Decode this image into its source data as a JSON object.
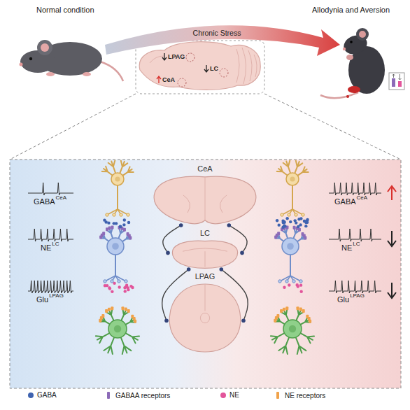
{
  "diagram": {
    "nodes": [
      {
        "text": [
          "CeA"
        ]
      },
      {
        "text": [
          "LC"
        ]
      },
      {
        "text": [
          "LPAG"
        ]
      }
    ],
    "edges": [
      {
        "from": 0,
        "to": 1,
        "arrow": "none"
      },
      {
        "from": 0,
        "to": 1,
        "arrow": "none"
      },
      {
        "from": 1,
        "to": 2,
        "arrow": "none"
      },
      {
        "from": 1,
        "to": 2,
        "arrow": "none"
      }
    ],
    "labels": [
      "Normal condition",
      "Chronic Stress",
      "Allodynia and Aversion",
      "LPAG",
      "LC",
      "CeA",
      "GABA",
      "CeA",
      "NE",
      "LC",
      "Glu",
      "LPAG",
      "GABA",
      "CeA",
      "NE",
      "LC",
      "Glu",
      "LPAG"
    ],
    "legend": [
      {
        "text": "GABA",
        "color": "#3f63b0"
      },
      {
        "text": "GABAA receptors"
      },
      {
        "text": "NE",
        "color": "#e2559b"
      },
      {
        "text": "NE receptors"
      }
    ]
  }
}
